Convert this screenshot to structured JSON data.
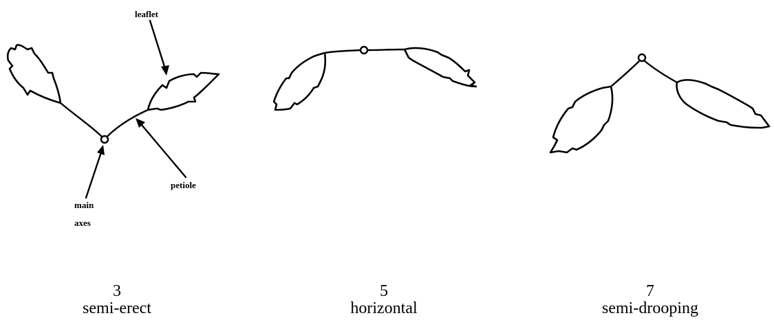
{
  "labels": {
    "leaflet": "leaflet",
    "petiole": "petiole",
    "main_axes_line1": "main",
    "main_axes_line2": "axes"
  },
  "panels": [
    {
      "score": "3",
      "name": "semi-erect"
    },
    {
      "score": "5",
      "name": "horizontal"
    },
    {
      "score": "7",
      "name": "semi-drooping"
    }
  ]
}
